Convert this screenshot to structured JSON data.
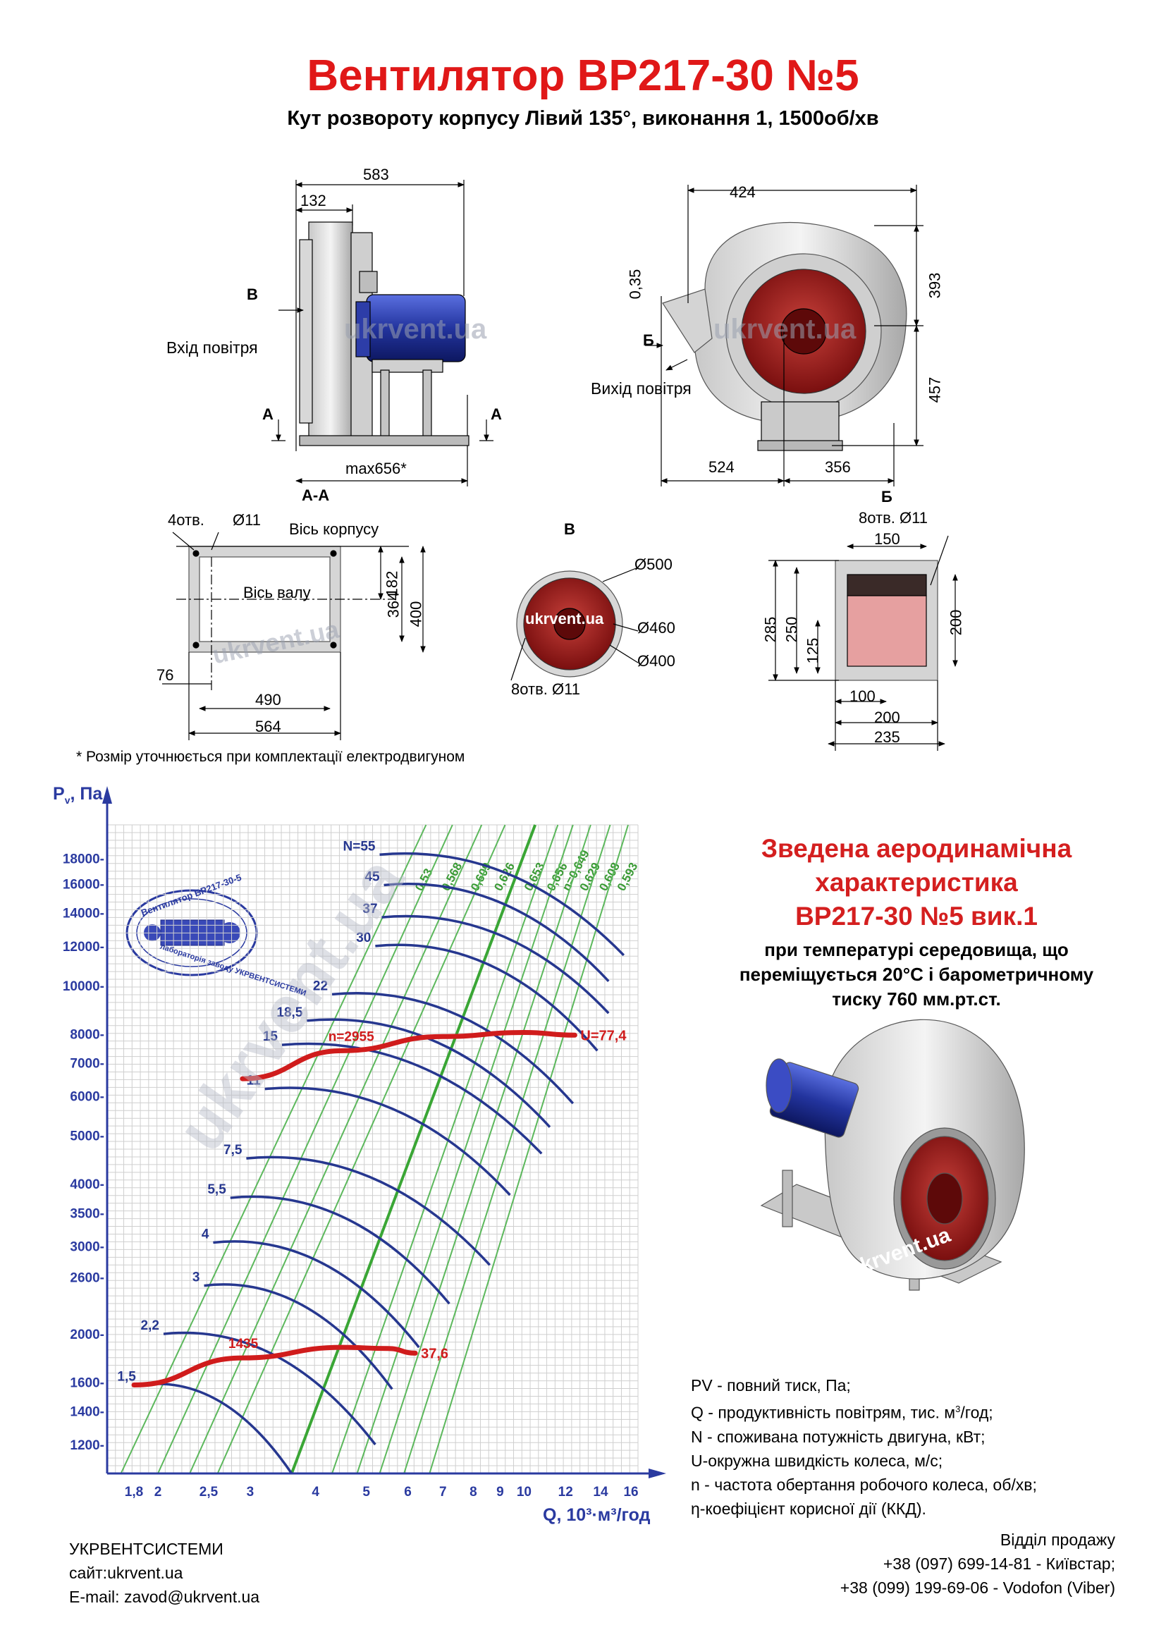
{
  "header": {
    "title": "Вентилятор  ВР217-30 №5",
    "subtitle": "Кут розвороту корпусу Лівий 135°, виконання 1, 1500об/хв"
  },
  "side_view": {
    "dim_583": "583",
    "dim_132": "132",
    "dim_max656": "max656*",
    "label_b": "В",
    "label_a1": "А",
    "label_a2": "А",
    "air_in": "Вхід повітря",
    "watermark": "ukrvent.ua"
  },
  "front_view": {
    "dim_424": "424",
    "dim_393": "393",
    "dim_457": "457",
    "dim_524": "524",
    "dim_356": "356",
    "dim_035": "0,35",
    "label_b": "Б",
    "air_out": "Вихід повітря",
    "watermark": "ukrvent.ua"
  },
  "section_aa": {
    "title": "А-А",
    "holes": "4отв.",
    "hole_d": "Ø11",
    "axis_body": "Вісь корпусу",
    "axis_shaft": "Вісь валу",
    "dim_182": "182",
    "dim_364": "364",
    "dim_400": "400",
    "dim_76": "76",
    "dim_490": "490",
    "dim_564": "564",
    "watermark": "ukrvent.ua"
  },
  "view_b": {
    "title": "В",
    "d500": "Ø500",
    "d460": "Ø460",
    "d400": "Ø400",
    "holes": "8отв. Ø11",
    "watermark": "ukrvent.ua"
  },
  "view_bb": {
    "title": "Б",
    "holes": "8отв. Ø11",
    "dim_150": "150",
    "dim_285": "285",
    "dim_250": "250",
    "dim_125": "125",
    "dim_200v": "200",
    "dim_100": "100",
    "dim_200h": "200",
    "dim_235": "235"
  },
  "note": "* Розмір уточнюється при комплектації електродвигуном",
  "chart_heading": {
    "line1": "Зведена аеродинамічна",
    "line2": "характеристика",
    "line3": "ВР217-30 №5 вик.1",
    "sub1": "при температурі середовища, що",
    "sub2": "переміщується 20°С і барометричному",
    "sub3": "тиску 760 мм.рт.ст."
  },
  "legend": {
    "l1": "PV - повний тиск, Па;",
    "l2a": "Q - продуктивність повітрям, тис. м",
    "l2sup": "3",
    "l2b": "/год;",
    "l3": "N - споживана потужність двигуна, кВт;",
    "l4": "U-окружна швидкість колеса, м/с;",
    "l5": "n - частота обертання робочого колеса, об/хв;",
    "l6": "η-коефіцієнт корисної дії (ККД)."
  },
  "company": {
    "name": "УКРВЕНТСИСТЕМИ",
    "site": "сайт:ukrvent.ua",
    "email": "E-mail: zavod@ukrvent.ua"
  },
  "sales": {
    "title": "Відділ продажу",
    "phone1": "+38 (097) 699-14-81 - Київстар;",
    "phone2": "+38 (099) 199-69-06 - Vodofon (Viber)"
  },
  "stamp": {
    "top": "Вентилятор ВР217-30-5",
    "bottom": "лабораторія заводу УКРВЕНТСИСТЕМИ"
  },
  "photo_watermark": "ukrvent.ua",
  "chart_data": {
    "type": "line",
    "ylabel": "P",
    "ylabel_sub": "v",
    "ylabel_unit": ", Па",
    "xlabel": "Q, 10³·м³/год",
    "x_scale": "log",
    "y_scale": "log",
    "xlim": [
      1.6,
      16.5
    ],
    "ylim": [
      1050,
      21000
    ],
    "x_ticks": [
      1.8,
      2,
      2.5,
      3,
      4,
      5,
      6,
      7,
      8,
      9,
      10,
      12,
      14,
      16
    ],
    "x_tick_labels": [
      "1,8",
      "2",
      "2,5",
      "3",
      "4",
      "5",
      "6",
      "7",
      "8",
      "9",
      "10",
      "12",
      "14",
      "16"
    ],
    "y_ticks": [
      1200,
      1400,
      1600,
      2000,
      2600,
      3000,
      3500,
      4000,
      5000,
      6000,
      7000,
      8000,
      10000,
      12000,
      14000,
      16000,
      18000
    ],
    "y_tick_labels": [
      "1200-",
      "1400-",
      "1600-",
      "2000-",
      "2600-",
      "3000-",
      "3500-",
      "4000-",
      "5000-",
      "6000-",
      "7000-",
      "8000-",
      "10000-",
      "12000-",
      "14000-",
      "16000-",
      "18000-"
    ],
    "grid": true,
    "speed_curves": [
      {
        "label": "n=2955",
        "end_label": "U=77,4",
        "points": [
          [
            2.9,
            6500
          ],
          [
            4.5,
            7400
          ],
          [
            7,
            7900
          ],
          [
            10,
            8050
          ],
          [
            12.5,
            7950
          ]
        ]
      },
      {
        "label": "1435",
        "end_label": "37,6",
        "points": [
          [
            1.8,
            1580
          ],
          [
            2.9,
            1790
          ],
          [
            4.5,
            1880
          ],
          [
            5.5,
            1870
          ],
          [
            6.2,
            1830
          ]
        ]
      }
    ],
    "power_curves": [
      {
        "name": "1,5",
        "start": [
          1.85,
          1580
        ],
        "end": [
          3.6,
          1050
        ]
      },
      {
        "name": "2,2",
        "start": [
          2.05,
          2000
        ],
        "end": [
          5.2,
          1200
        ]
      },
      {
        "name": "3",
        "start": [
          2.45,
          2500
        ],
        "end": [
          5.6,
          1550
        ]
      },
      {
        "name": "4",
        "start": [
          2.55,
          3050
        ],
        "end": [
          6.3,
          1880
        ]
      },
      {
        "name": "5,5",
        "start": [
          2.75,
          3750
        ],
        "end": [
          7.2,
          2300
        ]
      },
      {
        "name": "7,5",
        "start": [
          2.95,
          4500
        ],
        "end": [
          8.6,
          2750
        ]
      },
      {
        "name": "11",
        "start": [
          3.2,
          6200
        ],
        "end": [
          9.4,
          3800
        ]
      },
      {
        "name": "15",
        "start": [
          3.45,
          7600
        ],
        "end": [
          10.8,
          4600
        ]
      },
      {
        "name": "18,5",
        "start": [
          3.85,
          8500
        ],
        "end": [
          11.2,
          5200
        ]
      },
      {
        "name": "22",
        "start": [
          4.3,
          9600
        ],
        "end": [
          12.4,
          5800
        ]
      },
      {
        "name": "30",
        "start": [
          5.2,
          12000
        ],
        "end": [
          13.8,
          7400
        ]
      },
      {
        "name": "37",
        "start": [
          5.35,
          13700
        ],
        "end": [
          14.5,
          8800
        ]
      },
      {
        "name": "45",
        "start": [
          5.4,
          15900
        ],
        "end": [
          14.5,
          10200
        ]
      },
      {
        "name": "N=55",
        "start": [
          5.3,
          18300
        ],
        "end": [
          15.5,
          11500
        ]
      }
    ],
    "efficiency_lines": [
      {
        "name": "0,53",
        "start": [
          1.7,
          1050
        ],
        "end": [
          6.5,
          21000
        ]
      },
      {
        "name": "0,568",
        "start": [
          2.0,
          1050
        ],
        "end": [
          7.3,
          21000
        ]
      },
      {
        "name": "0,609",
        "start": [
          2.3,
          1050
        ],
        "end": [
          8.3,
          21000
        ]
      },
      {
        "name": "0,626",
        "start": [
          2.6,
          1050
        ],
        "end": [
          9.2,
          21000
        ]
      },
      {
        "name": "0,653",
        "start": [
          3.6,
          1050
        ],
        "end": [
          10.5,
          21000
        ],
        "highlight": true
      },
      {
        "name": "0,656",
        "start": [
          4.3,
          1050
        ],
        "end": [
          11.6,
          21000
        ]
      },
      {
        "name": "n=0,649",
        "start": [
          4.8,
          1050
        ],
        "end": [
          12.4,
          21000
        ]
      },
      {
        "name": "0,629",
        "start": [
          5.3,
          1050
        ],
        "end": [
          13.4,
          21000
        ]
      },
      {
        "name": "0,608",
        "start": [
          5.9,
          1050
        ],
        "end": [
          14.6,
          21000
        ]
      },
      {
        "name": "0,593",
        "start": [
          6.6,
          1050
        ],
        "end": [
          15.8,
          21000
        ]
      }
    ],
    "watermark": "ukrvent.ua"
  }
}
